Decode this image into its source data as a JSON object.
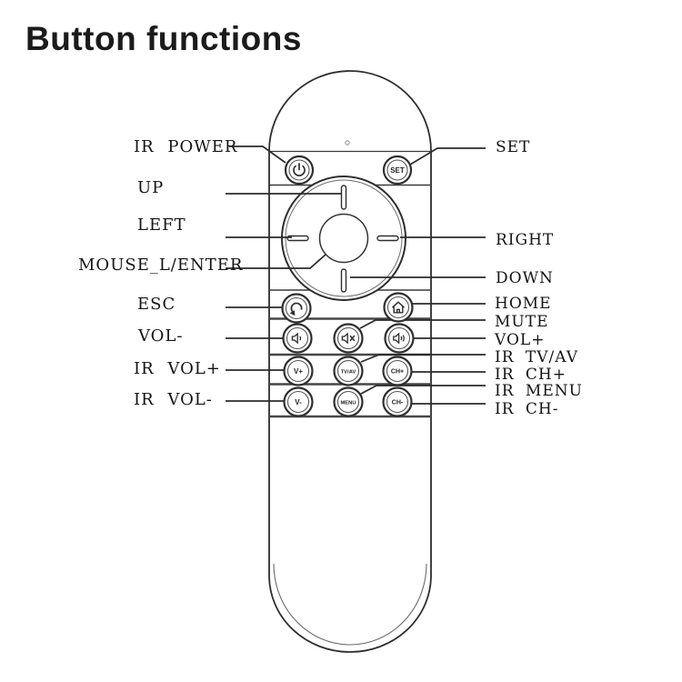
{
  "title": "Button functions",
  "remote": {
    "buttons": {
      "power": {
        "icon": "power-icon"
      },
      "set": {
        "label": "SET"
      },
      "esc": {
        "icon": "back-arrow-icon"
      },
      "home": {
        "icon": "home-icon"
      },
      "vol_down": {
        "icon": "speaker-icon"
      },
      "mute": {
        "icon": "speaker-mute-icon"
      },
      "vol_up": {
        "icon": "speaker-waves-icon"
      },
      "v_plus": {
        "label": "V+"
      },
      "tv_av": {
        "label": "TV/AV"
      },
      "ch_plus": {
        "label": "CH+"
      },
      "v_minus": {
        "label": "V-"
      },
      "menu": {
        "label": "MENU"
      },
      "ch_minus": {
        "label": "CH-"
      }
    }
  },
  "callouts": {
    "left": [
      {
        "label": "IR POWER"
      },
      {
        "label": "UP"
      },
      {
        "label": "LEFT"
      },
      {
        "label": "MOUSE_L/ENTER"
      },
      {
        "label": "ESC"
      },
      {
        "label": "VOL-"
      },
      {
        "label": "IR VOL+"
      },
      {
        "label": "IR VOL-"
      }
    ],
    "right": [
      {
        "label": "SET"
      },
      {
        "label": "RIGHT"
      },
      {
        "label": "DOWN"
      },
      {
        "label": "HOME"
      },
      {
        "label": "MUTE"
      },
      {
        "label": "VOL+"
      },
      {
        "label": "IR TV/AV"
      },
      {
        "label": "IR CH+"
      },
      {
        "label": "IR MENU"
      },
      {
        "label": "IR CH-"
      }
    ]
  },
  "colors": {
    "ink": "#2e2e2e",
    "separator": "#474747"
  }
}
